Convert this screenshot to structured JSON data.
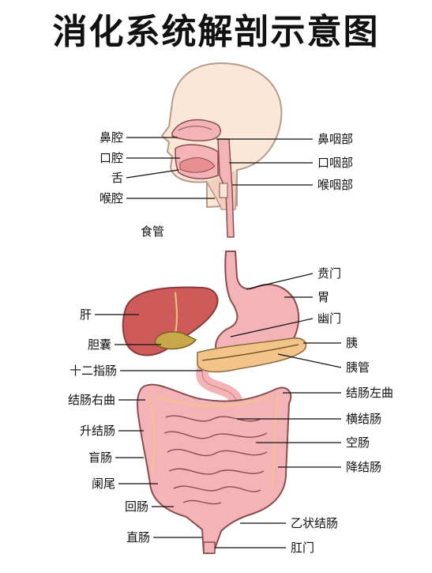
{
  "title": "消化系统解剖示意图",
  "labels": {
    "nasal_cavity": "鼻腔",
    "oral_cavity": "口腔",
    "tongue": "舌",
    "larynx": "喉腔",
    "esophagus": "食管",
    "nasopharynx": "鼻咽部",
    "oropharynx": "口咽部",
    "laryngopharynx": "喉咽部",
    "cardia": "贲门",
    "stomach": "胃",
    "pylorus": "幽门",
    "pancreas": "胰",
    "pancreatic_duct": "胰管",
    "liver": "肝",
    "gallbladder": "胆囊",
    "duodenum": "十二指肠",
    "hepatic_flexure": "结肠右曲",
    "splenic_flexure": "结肠左曲",
    "transverse_colon": "横结肠",
    "ascending_colon": "升结肠",
    "jejunum": "空肠",
    "cecum": "盲肠",
    "descending_colon": "降结肠",
    "appendix": "阑尾",
    "ileum": "回肠",
    "sigmoid_colon": "乙状结肠",
    "rectum": "直肠",
    "anus": "肛门"
  },
  "colors": {
    "organ_pink": "#f4b3b6",
    "organ_outline": "#8a4e4e",
    "liver": "#cf5a5a",
    "gallbladder": "#c9a84a",
    "pancreas": "#f2c48a",
    "skin": "#f7dcc8",
    "head_outline": "#b79a8a"
  }
}
